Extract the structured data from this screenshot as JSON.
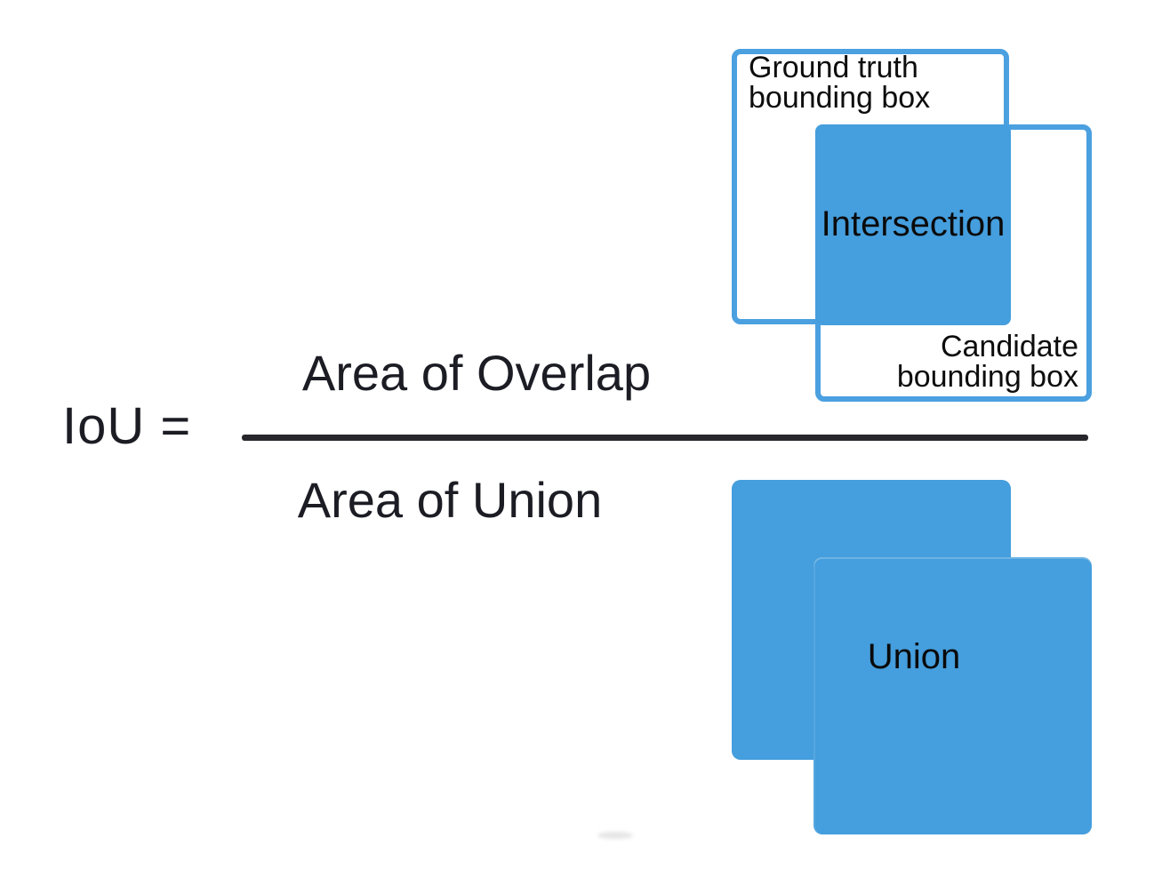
{
  "formula": {
    "lhs": "IoU =",
    "numerator": "Area of Overlap",
    "denominator": "Area of Union"
  },
  "intersection_figure": {
    "ground_truth_label": "Ground truth\nbounding box",
    "candidate_label": "Candidate\nbounding box",
    "overlap_label": "Intersection"
  },
  "union_figure": {
    "label": "Union"
  },
  "colors": {
    "box_fill_blue": "#459EDD",
    "box_border_blue": "#4BA0E0",
    "text_black": "#111111",
    "fraction_bar": "#26262C",
    "background": "#FFFFFF"
  }
}
